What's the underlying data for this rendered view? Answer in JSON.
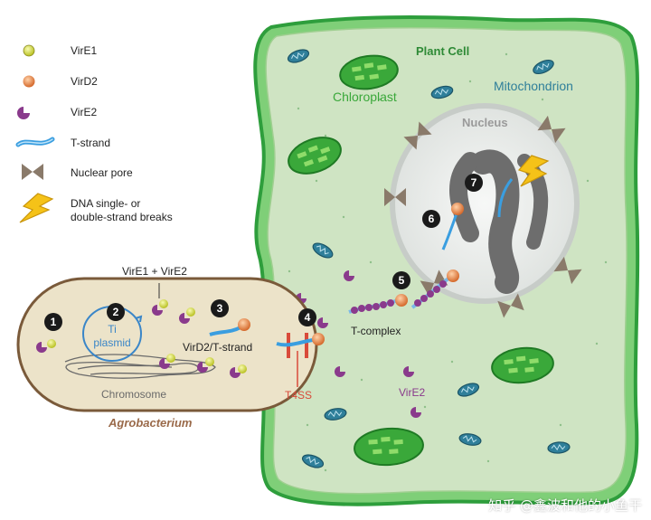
{
  "legend": {
    "items": [
      {
        "label": "VirE1",
        "icon": "virE1-icon"
      },
      {
        "label": "VirD2",
        "icon": "virD2-icon"
      },
      {
        "label": "VirE2",
        "icon": "virE2-icon"
      },
      {
        "label": "T-strand",
        "icon": "t-strand-icon"
      },
      {
        "label": "Nuclear pore",
        "icon": "nuclear-pore-icon"
      },
      {
        "label_line1": "DNA single- or",
        "label_line2": "double-strand breaks",
        "icon": "lightning-icon"
      }
    ]
  },
  "cell": {
    "title": "Plant Cell",
    "chloroplast_label": "Chloroplast",
    "mitochondrion_label": "Mitochondrion",
    "nucleus_label": "Nucleus",
    "t_complex_label": "T-complex",
    "vire2_label": "VirE2"
  },
  "bacterium": {
    "name": "Agrobacterium",
    "plasmid_line1": "Ti",
    "plasmid_line2": "plasmid",
    "chromosome_label": "Chromosome",
    "vire1_vire2_label": "VirE1 + VirE2",
    "vird2_tstrand_label": "VirD2/T-strand",
    "t4ss_label": "T4SS"
  },
  "steps": [
    "1",
    "2",
    "3",
    "4",
    "5",
    "6",
    "7"
  ],
  "watermark": "知乎 @鑫波和他的小鱼干",
  "colors": {
    "cell_wall": "#2e9e3c",
    "cytoplasm": "#cfe4c3",
    "nucleus": "#e9ecea",
    "bacterium_fill": "#ece3c9",
    "bacterium_stroke": "#7a5a3a",
    "virE1": "#d6dc3a",
    "virD2": "#e8823a",
    "virE2": "#8a3a8c",
    "t_strand": "#3a9ee0",
    "pore": "#8a7a6a",
    "lightning": "#f5c218",
    "t4ss": "#d94a3a",
    "step_badge": "#1a1a1a"
  }
}
